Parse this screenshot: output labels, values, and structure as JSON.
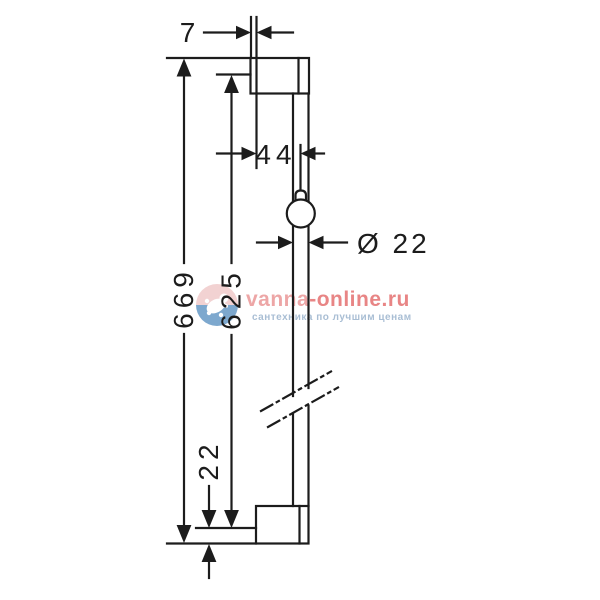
{
  "drawing": {
    "type": "technical-dimension-drawing",
    "subject": "wall-mounted shower slide bar, side view with break symbol",
    "line_color": "#1c1c1c",
    "background_color": "#ffffff",
    "dimensions": {
      "wall_plate_thickness": "7",
      "wall_to_bar_center": "44",
      "bar_diameter": "Ø 22",
      "overall_length": "669",
      "hole_spacing": "625",
      "end_to_hole": "22"
    }
  },
  "watermark": {
    "site_light": "vanna",
    "site_dark": "-online.ru",
    "tagline": "сантехника по лучшим ценам",
    "site_light_color": "#edA6a6",
    "site_dark_color": "#e88585",
    "tagline_color": "#a9bed4",
    "logo_top_color": "#f2d2d2",
    "logo_bottom_color": "#7da8ce"
  }
}
